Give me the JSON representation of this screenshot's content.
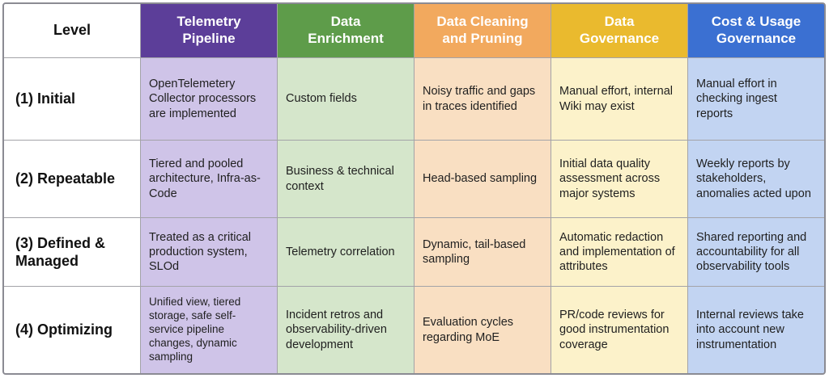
{
  "table": {
    "level_header": "Level",
    "grid_line_color": "#a3a3a8",
    "outer_border_color": "#8b8b93",
    "columns": [
      {
        "id": "telemetry-pipeline",
        "label": "Telemetry\nPipeline",
        "header_bg": "#5c3e99",
        "body_bg": "#cfc4e8"
      },
      {
        "id": "data-enrichment",
        "label": "Data\nEnrichment",
        "header_bg": "#5e9c4a",
        "body_bg": "#d5e6cb"
      },
      {
        "id": "data-cleaning-pruning",
        "label": "Data Cleaning\nand Pruning",
        "header_bg": "#f2a95e",
        "body_bg": "#f9dfc2"
      },
      {
        "id": "data-governance",
        "label": "Data\nGovernance",
        "header_bg": "#eaba2e",
        "body_bg": "#fcf2ca"
      },
      {
        "id": "cost-usage-governance",
        "label": "Cost & Usage\nGovernance",
        "header_bg": "#3b70d2",
        "body_bg": "#c2d4f2"
      }
    ],
    "rows": [
      {
        "level": "(1) Initial",
        "cells": [
          "OpenTelemetery Collector processors are implemented",
          "Custom fields",
          "Noisy traffic and gaps in traces identified",
          "Manual effort, internal Wiki may exist",
          "Manual effort in checking ingest reports"
        ]
      },
      {
        "level": "(2) Repeatable",
        "cells": [
          "Tiered and pooled architecture, Infra-as-Code",
          "Business & technical context",
          "Head-based sampling",
          "Initial data quality assessment across major systems",
          "Weekly reports by stakeholders, anomalies acted upon"
        ]
      },
      {
        "level": "(3) Defined & Managed",
        "cells": [
          "Treated as a critical production system, SLOd",
          "Telemetry correlation",
          "Dynamic, tail-based sampling",
          "Automatic redaction and implementation of attributes",
          "Shared reporting and accountability for all observability tools"
        ]
      },
      {
        "level": "(4) Optimizing",
        "cells": [
          "Unified view, tiered storage, safe self-service pipeline changes, dynamic sampling",
          "Incident retros and observability-driven development",
          "Evaluation cycles regarding MoE",
          "PR/code reviews for good instrumentation coverage",
          "Internal reviews take into account new instrumentation"
        ]
      }
    ]
  }
}
